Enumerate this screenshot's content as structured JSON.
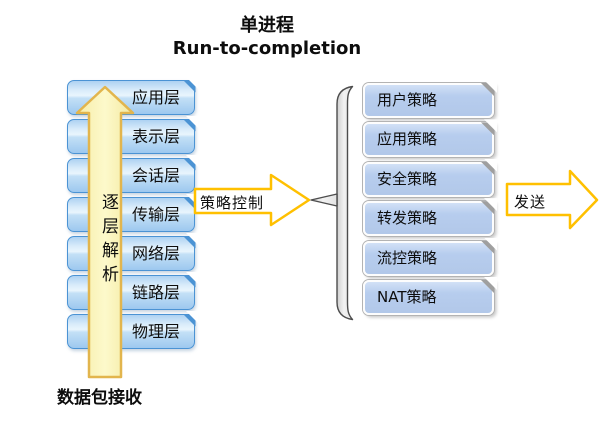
{
  "title": {
    "line1": "单进程",
    "line2": "Run-to-completion"
  },
  "left_stack": {
    "layers": [
      "应用层",
      "表示层",
      "会话层",
      "传输层",
      "网络层",
      "链路层",
      "物理层"
    ]
  },
  "up_arrow": {
    "label": "逐层解析"
  },
  "bottom_label": "数据包接收",
  "policy_arrow": {
    "label": "策略控制"
  },
  "right_stack": {
    "policies": [
      "用户策略",
      "应用策略",
      "安全策略",
      "转发策略",
      "流控策略",
      "NAT策略"
    ]
  },
  "send_arrow": {
    "label": "发送"
  },
  "colors": {
    "osi_box_border": "#4b93d4",
    "osi_box_fill_light": "#e9f5fd",
    "osi_box_fill_deep": "#9dc8ef",
    "policy_box_fill": "#b5cbea",
    "policy_box_border": "#fdfdfd",
    "gold_arrow_border": "#ffc000",
    "gold_arrow_fill": "#ffffff",
    "big_arrow_fill": "#fbf5bb",
    "big_arrow_border": "#e2b54d",
    "brace_fill": "#e9e9e9",
    "brace_stroke": "#4d4d4d",
    "text": "#0d0d0d"
  }
}
